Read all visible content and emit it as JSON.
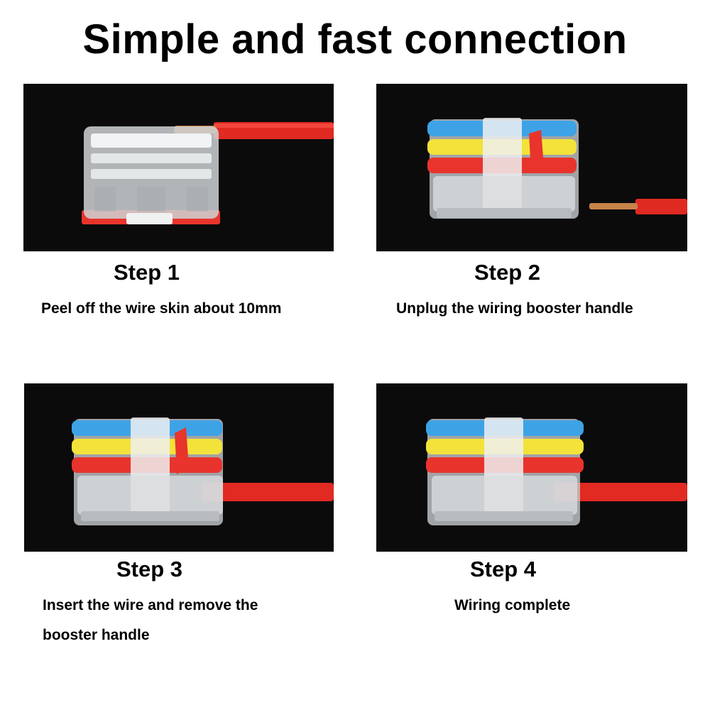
{
  "title": "Simple and fast connection",
  "steps": [
    {
      "label": "Step 1",
      "description": "Peel off the wire skin about 10mm"
    },
    {
      "label": "Step 2",
      "description": "Unplug the wiring booster handle"
    },
    {
      "label": "Step 3",
      "description": "Insert the wire and remove the booster handle"
    },
    {
      "label": "Step 4",
      "description": "Wiring complete"
    }
  ],
  "colors": {
    "background": "#ffffff",
    "photo_background": "#0b0b0c",
    "lever_blue": "#3da3e6",
    "lever_yellow": "#f3e23a",
    "lever_red": "#e8342c",
    "wire_red": "#e02a22",
    "copper": "#c8834a"
  }
}
